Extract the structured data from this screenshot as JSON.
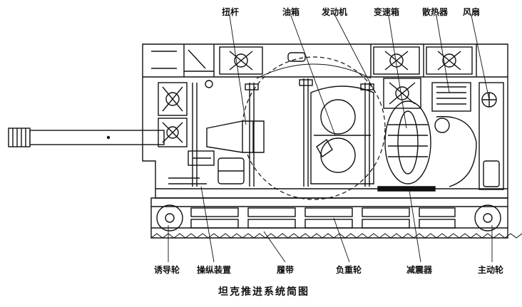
{
  "labels_top": {
    "torsion_bar": "扭杆",
    "fuel_tank": "油箱",
    "engine": "发动机",
    "gearbox": "变速箱",
    "radiator": "散热器",
    "fan": "风扇"
  },
  "labels_bottom": {
    "idler_wheel": "诱导轮",
    "steering_device": "操纵装置",
    "track": "履带",
    "road_wheel": "负重轮",
    "shock_absorber": "减震器",
    "drive_sprocket": "主动轮"
  },
  "caption": "坦克推进系统简图",
  "colors": {
    "ink": "#111111",
    "paper": "#ffffff"
  }
}
